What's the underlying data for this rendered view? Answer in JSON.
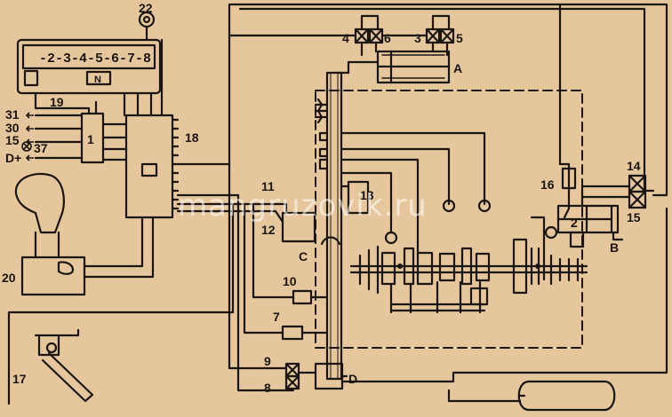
{
  "diagram": {
    "labels": {
      "n1": "1",
      "n2": "2",
      "n3": "3",
      "n4": "4",
      "n5": "5",
      "n6": "6",
      "n7": "7",
      "n8": "8",
      "n9": "9",
      "n10": "10",
      "n11": "11",
      "n12": "12",
      "n13": "13",
      "n14": "14",
      "n15": "15",
      "n16": "16",
      "n17": "17",
      "n18": "18",
      "n19": "19",
      "n20": "20",
      "n22": "22",
      "n37": "37",
      "A": "A",
      "B": "B",
      "C": "C",
      "D": "D",
      "t31": "31",
      "t30": "30",
      "t15": "15",
      "tD": "D+"
    },
    "display_digits": "-2-3-4-5-6-7-8",
    "display_mode": "N",
    "watermark": "mangruzovik.ru"
  },
  "colors": {
    "background": "#e6c79d",
    "ink": "#1a1510"
  }
}
